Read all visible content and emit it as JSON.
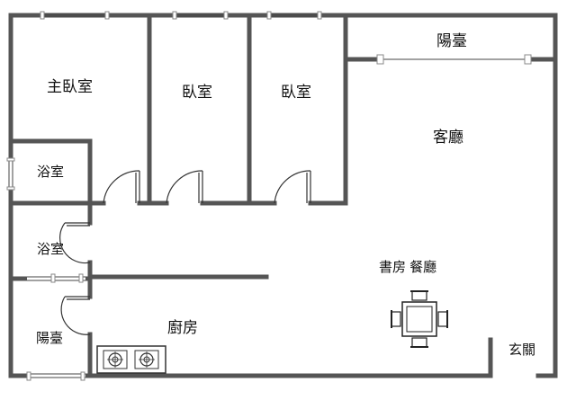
{
  "rooms": {
    "master_bedroom": "主臥室",
    "bedroom_1": "臥室",
    "bedroom_2": "臥室",
    "balcony_top": "陽臺",
    "living_room": "客廳",
    "bathroom_1": "浴室",
    "bathroom_2": "浴室",
    "study_dining": "書房 餐廳",
    "balcony_bottom": "陽臺",
    "kitchen": "廚房",
    "entrance": "玄關"
  },
  "colors": {
    "wall": "#555555",
    "background": "#ffffff"
  },
  "icons": [
    "dining-table-icon",
    "stove-burner-icon",
    "door-swing-icon",
    "window-icon"
  ]
}
